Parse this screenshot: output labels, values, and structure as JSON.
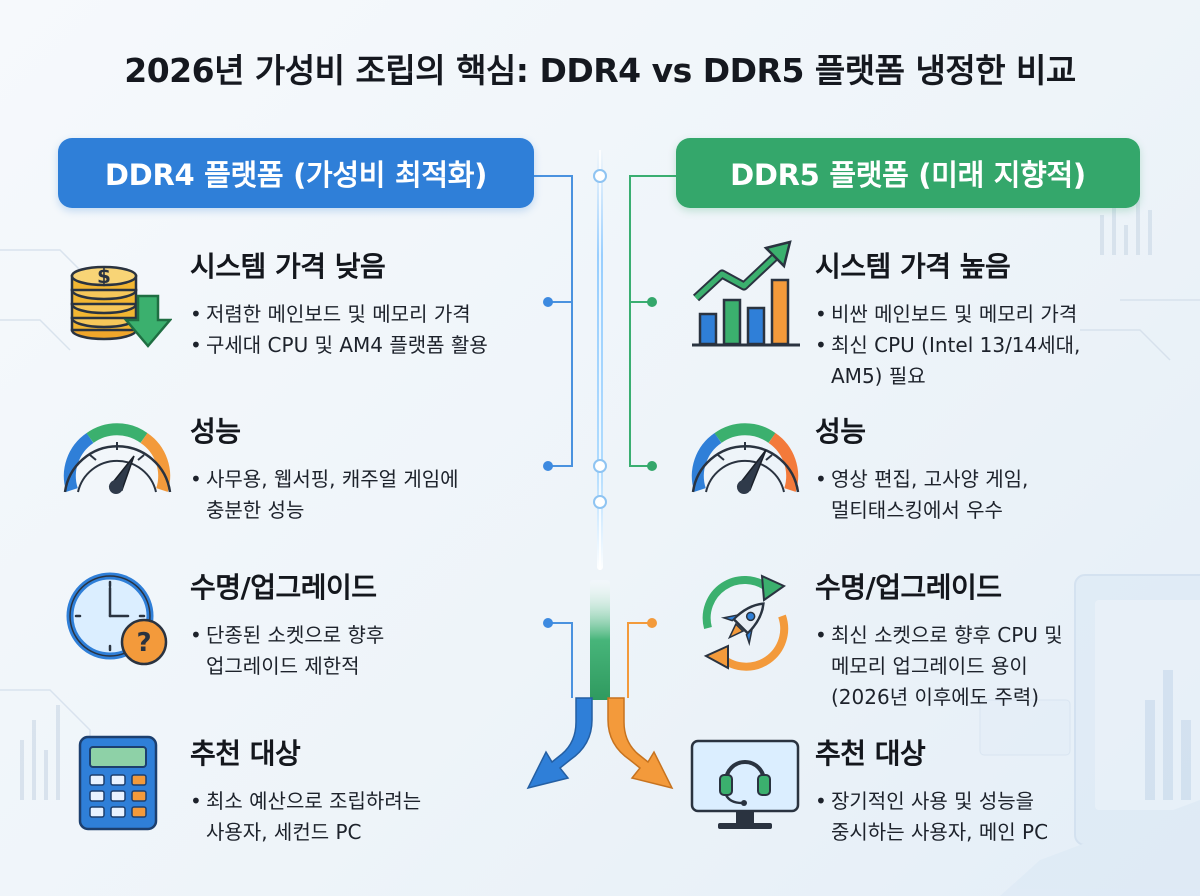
{
  "title": "2026년 가성비 조립의 핵심: DDR4 vs DDR5 플랫폼 냉정한 비교",
  "colors": {
    "ddr4_blue": "#2f7fd8",
    "ddr5_green": "#34a76b",
    "accent_orange": "#f39a3b",
    "coin_gold": "#f2b632"
  },
  "left": {
    "header": "DDR4 플랫폼 (가성비 최적화)",
    "sections": [
      {
        "icon": "coin-stack-down-arrow-icon",
        "title": "시스템 가격 낮음",
        "bullets": [
          "저렴한 메인보드 및 메모리 가격",
          "구세대 CPU 및 AM4 플랫폼 활용"
        ]
      },
      {
        "icon": "speedometer-gauge-icon",
        "title": "성능",
        "bullets": [
          "사무용, 웹서핑, 캐주얼 게임에\n충분한 성능"
        ]
      },
      {
        "icon": "clock-question-icon",
        "title": "수명/업그레이드",
        "bullets": [
          "단종된 소켓으로 향후\n업그레이드 제한적"
        ]
      },
      {
        "icon": "calculator-icon",
        "title": "추천 대상",
        "bullets": [
          "최소 예산으로 조립하려는\n사용자, 세컨드 PC"
        ]
      }
    ]
  },
  "right": {
    "header": "DDR5 플랫폼 (미래 지향적)",
    "sections": [
      {
        "icon": "bar-chart-up-arrow-icon",
        "title": "시스템 가격 높음",
        "bullets": [
          "비싼 메인보드 및 메모리 가격",
          "최신 CPU (Intel 13/14세대,\nAM5) 필요"
        ]
      },
      {
        "icon": "speedometer-gauge-icon",
        "title": "성능",
        "bullets": [
          "영상 편집, 고사양 게임,\n멀티태스킹에서 우수"
        ]
      },
      {
        "icon": "rocket-cycle-icon",
        "title": "수명/업그레이드",
        "bullets": [
          "최신 소켓으로 향후 CPU 및\n메모리 업그레이드 용이\n(2026년 이후에도 주력)"
        ]
      },
      {
        "icon": "monitor-headset-icon",
        "title": "추천 대상",
        "bullets": [
          "장기적인 사용 및 성능을\n중시하는 사용자, 메인 PC"
        ]
      }
    ]
  }
}
